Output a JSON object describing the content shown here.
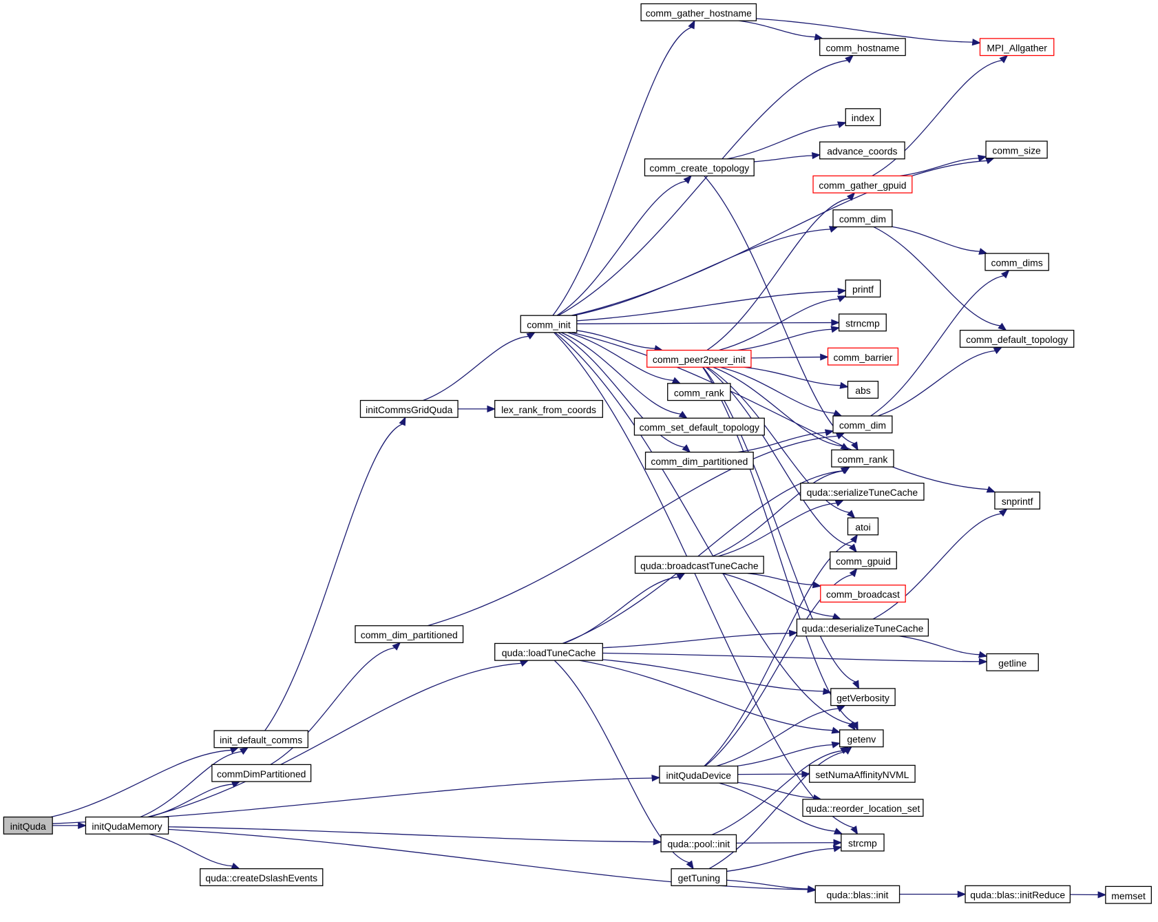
{
  "colors": {
    "edge": "#191970",
    "highlight_border": "#ff0000",
    "root_fill": "#bfbfbf"
  },
  "nodes": [
    {
      "id": "initQuda",
      "label": "initQuda",
      "style": "gray"
    },
    {
      "id": "initQudaMemory",
      "label": "initQudaMemory",
      "style": "normal"
    },
    {
      "id": "init_default_comms",
      "label": "init_default_comms",
      "style": "normal"
    },
    {
      "id": "commDimPartitioned",
      "label": "commDimPartitioned",
      "style": "normal"
    },
    {
      "id": "createDslashEvents",
      "label": "quda::createDslashEvents",
      "style": "normal"
    },
    {
      "id": "initCommsGridQuda",
      "label": "initCommsGridQuda",
      "style": "normal"
    },
    {
      "id": "lex_rank_from_coords",
      "label": "lex_rank_from_coords",
      "style": "normal"
    },
    {
      "id": "comm_dim_partitioned_l",
      "label": "comm_dim_partitioned",
      "style": "normal"
    },
    {
      "id": "comm_init",
      "label": "comm_init",
      "style": "normal"
    },
    {
      "id": "loadTuneCache",
      "label": "quda::loadTuneCache",
      "style": "normal"
    },
    {
      "id": "comm_gather_hostname",
      "label": "comm_gather_hostname",
      "style": "normal"
    },
    {
      "id": "comm_create_topology",
      "label": "comm_create_topology",
      "style": "normal"
    },
    {
      "id": "comm_peer2peer_init",
      "label": "comm_peer2peer_init",
      "style": "red"
    },
    {
      "id": "comm_rank_m",
      "label": "comm_rank",
      "style": "normal"
    },
    {
      "id": "comm_set_default_topology",
      "label": "comm_set_default_topology",
      "style": "normal"
    },
    {
      "id": "comm_dim_partitioned_m",
      "label": "comm_dim_partitioned",
      "style": "normal"
    },
    {
      "id": "broadcastTuneCache",
      "label": "quda::broadcastTuneCache",
      "style": "normal"
    },
    {
      "id": "initQudaDevice",
      "label": "initQudaDevice",
      "style": "normal"
    },
    {
      "id": "pool_init",
      "label": "quda::pool::init",
      "style": "normal"
    },
    {
      "id": "getTuning",
      "label": "getTuning",
      "style": "normal"
    },
    {
      "id": "comm_hostname",
      "label": "comm_hostname",
      "style": "normal"
    },
    {
      "id": "index",
      "label": "index",
      "style": "normal"
    },
    {
      "id": "advance_coords",
      "label": "advance_coords",
      "style": "normal"
    },
    {
      "id": "comm_gather_gpuid",
      "label": "comm_gather_gpuid",
      "style": "red"
    },
    {
      "id": "comm_dim_t",
      "label": "comm_dim",
      "style": "normal"
    },
    {
      "id": "printf",
      "label": "printf",
      "style": "normal"
    },
    {
      "id": "strncmp",
      "label": "strncmp",
      "style": "normal"
    },
    {
      "id": "comm_barrier",
      "label": "comm_barrier",
      "style": "red"
    },
    {
      "id": "abs",
      "label": "abs",
      "style": "normal"
    },
    {
      "id": "comm_dim_m",
      "label": "comm_dim",
      "style": "normal"
    },
    {
      "id": "comm_rank_r",
      "label": "comm_rank",
      "style": "normal"
    },
    {
      "id": "serializeTuneCache",
      "label": "quda::serializeTuneCache",
      "style": "normal"
    },
    {
      "id": "atoi",
      "label": "atoi",
      "style": "normal"
    },
    {
      "id": "comm_gpuid",
      "label": "comm_gpuid",
      "style": "normal"
    },
    {
      "id": "comm_broadcast",
      "label": "comm_broadcast",
      "style": "red"
    },
    {
      "id": "deserializeTuneCache",
      "label": "quda::deserializeTuneCache",
      "style": "normal"
    },
    {
      "id": "getVerbosity",
      "label": "getVerbosity",
      "style": "normal"
    },
    {
      "id": "getenv",
      "label": "getenv",
      "style": "normal"
    },
    {
      "id": "setNumaAffinityNVML",
      "label": "setNumaAffinityNVML",
      "style": "normal"
    },
    {
      "id": "reorder_location_set",
      "label": "quda::reorder_location_set",
      "style": "normal"
    },
    {
      "id": "strcmp",
      "label": "strcmp",
      "style": "normal"
    },
    {
      "id": "blas_init",
      "label": "quda::blas::init",
      "style": "normal"
    },
    {
      "id": "initReduce",
      "label": "quda::blas::initReduce",
      "style": "normal"
    },
    {
      "id": "memset",
      "label": "memset",
      "style": "normal"
    },
    {
      "id": "MPI_Allgather",
      "label": "MPI_Allgather",
      "style": "red"
    },
    {
      "id": "comm_size",
      "label": "comm_size",
      "style": "normal"
    },
    {
      "id": "comm_dims",
      "label": "comm_dims",
      "style": "normal"
    },
    {
      "id": "comm_default_topology",
      "label": "comm_default_topology",
      "style": "normal"
    },
    {
      "id": "snprintf",
      "label": "snprintf",
      "style": "normal"
    },
    {
      "id": "getline",
      "label": "getline",
      "style": "normal"
    }
  ],
  "edges": [
    [
      "initQuda",
      "initQudaMemory"
    ],
    [
      "initQuda",
      "init_default_comms"
    ],
    [
      "initQuda",
      "initQudaDevice"
    ],
    [
      "initQudaMemory",
      "init_default_comms"
    ],
    [
      "initQudaMemory",
      "commDimPartitioned"
    ],
    [
      "initQudaMemory",
      "loadTuneCache"
    ],
    [
      "initQudaMemory",
      "pool_init"
    ],
    [
      "initQudaMemory",
      "createDslashEvents"
    ],
    [
      "initQudaMemory",
      "blas_init"
    ],
    [
      "init_default_comms",
      "initCommsGridQuda"
    ],
    [
      "commDimPartitioned",
      "comm_dim_partitioned_l"
    ],
    [
      "initCommsGridQuda",
      "comm_init"
    ],
    [
      "initCommsGridQuda",
      "lex_rank_from_coords"
    ],
    [
      "comm_dim_partitioned_l",
      "comm_dim_m"
    ],
    [
      "comm_init",
      "comm_gather_hostname"
    ],
    [
      "comm_init",
      "comm_hostname"
    ],
    [
      "comm_init",
      "comm_size"
    ],
    [
      "comm_init",
      "comm_create_topology"
    ],
    [
      "comm_init",
      "comm_dim_t"
    ],
    [
      "comm_init",
      "snprintf"
    ],
    [
      "comm_init",
      "printf"
    ],
    [
      "comm_init",
      "strncmp"
    ],
    [
      "comm_init",
      "comm_peer2peer_init"
    ],
    [
      "comm_init",
      "comm_rank_m"
    ],
    [
      "comm_init",
      "comm_set_default_topology"
    ],
    [
      "comm_init",
      "comm_dim_partitioned_m"
    ],
    [
      "comm_init",
      "getenv"
    ],
    [
      "comm_init",
      "strcmp"
    ],
    [
      "comm_gather_hostname",
      "comm_hostname"
    ],
    [
      "comm_gather_hostname",
      "MPI_Allgather"
    ],
    [
      "comm_create_topology",
      "index"
    ],
    [
      "comm_create_topology",
      "advance_coords"
    ],
    [
      "comm_create_topology",
      "comm_rank_r"
    ],
    [
      "comm_gather_gpuid",
      "MPI_Allgather"
    ],
    [
      "comm_gather_gpuid",
      "comm_size"
    ],
    [
      "comm_dim_t",
      "comm_dims"
    ],
    [
      "comm_dim_t",
      "comm_default_topology"
    ],
    [
      "comm_peer2peer_init",
      "comm_gather_gpuid"
    ],
    [
      "comm_peer2peer_init",
      "printf"
    ],
    [
      "comm_peer2peer_init",
      "strncmp"
    ],
    [
      "comm_peer2peer_init",
      "comm_barrier"
    ],
    [
      "comm_peer2peer_init",
      "abs"
    ],
    [
      "comm_peer2peer_init",
      "comm_dim_m"
    ],
    [
      "comm_peer2peer_init",
      "comm_rank_r"
    ],
    [
      "comm_peer2peer_init",
      "atoi"
    ],
    [
      "comm_peer2peer_init",
      "comm_gpuid"
    ],
    [
      "comm_peer2peer_init",
      "getVerbosity"
    ],
    [
      "comm_peer2peer_init",
      "getenv"
    ],
    [
      "comm_dim_m",
      "comm_dims"
    ],
    [
      "comm_dim_m",
      "comm_default_topology"
    ],
    [
      "comm_dim_partitioned_m",
      "comm_dim_m"
    ],
    [
      "broadcastTuneCache",
      "serializeTuneCache"
    ],
    [
      "broadcastTuneCache",
      "comm_rank_r"
    ],
    [
      "broadcastTuneCache",
      "comm_broadcast"
    ],
    [
      "broadcastTuneCache",
      "deserializeTuneCache"
    ],
    [
      "loadTuneCache",
      "comm_rank_r"
    ],
    [
      "loadTuneCache",
      "broadcastTuneCache"
    ],
    [
      "loadTuneCache",
      "deserializeTuneCache"
    ],
    [
      "loadTuneCache",
      "getline"
    ],
    [
      "loadTuneCache",
      "getVerbosity"
    ],
    [
      "loadTuneCache",
      "getenv"
    ],
    [
      "loadTuneCache",
      "getTuning"
    ],
    [
      "deserializeTuneCache",
      "snprintf"
    ],
    [
      "deserializeTuneCache",
      "getline"
    ],
    [
      "initQudaDevice",
      "getVerbosity"
    ],
    [
      "initQudaDevice",
      "getenv"
    ],
    [
      "initQudaDevice",
      "setNumaAffinityNVML"
    ],
    [
      "initQudaDevice",
      "reorder_location_set"
    ],
    [
      "initQudaDevice",
      "strcmp"
    ],
    [
      "initQudaDevice",
      "atoi"
    ],
    [
      "initQudaDevice",
      "comm_gpuid"
    ],
    [
      "pool_init",
      "getenv"
    ],
    [
      "pool_init",
      "strcmp"
    ],
    [
      "getTuning",
      "getenv"
    ],
    [
      "getTuning",
      "strcmp"
    ],
    [
      "getTuning",
      "blas_init"
    ],
    [
      "blas_init",
      "initReduce"
    ],
    [
      "initReduce",
      "memset"
    ]
  ]
}
